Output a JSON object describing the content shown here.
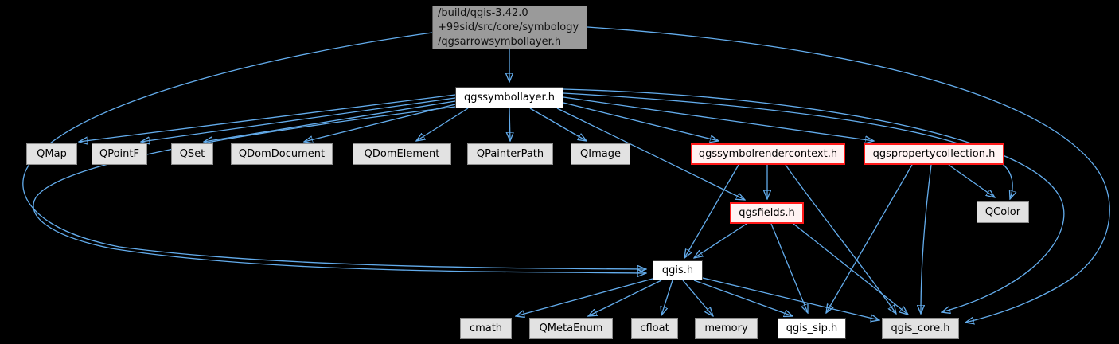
{
  "graph": {
    "title": "include dependency graph for qgsarrowsymbollayer.h",
    "background_color": "#000000",
    "edge_color": "#63acec",
    "node_style_colors": {
      "root_fill": "#9a9a9a",
      "root_border": "#565656",
      "documented_fill": "#ffffff",
      "documented_border": "#3c3c3c",
      "external_fill": "#e2e2e2",
      "external_border": "#8f8f8f",
      "truncated_fill": "#fff2f2",
      "truncated_border": "#ff1a1a"
    },
    "nodes": [
      {
        "id": "root",
        "label": "/build/qgis-3.42.0\n+99sid/src/core/symbology\n /qgsarrowsymbollayer.h",
        "type": "root"
      },
      {
        "id": "qgssymbollayer",
        "label": "qgssymbollayer.h",
        "type": "documented"
      },
      {
        "id": "qmap",
        "label": "QMap",
        "type": "external"
      },
      {
        "id": "qpointf",
        "label": "QPointF",
        "type": "external"
      },
      {
        "id": "qset",
        "label": "QSet",
        "type": "external"
      },
      {
        "id": "qdomdocument",
        "label": "QDomDocument",
        "type": "external"
      },
      {
        "id": "qdomelement",
        "label": "QDomElement",
        "type": "external"
      },
      {
        "id": "qpainterpath",
        "label": "QPainterPath",
        "type": "external"
      },
      {
        "id": "qimage",
        "label": "QImage",
        "type": "external"
      },
      {
        "id": "qgssymbolrendercontext",
        "label": "qgssymbolrendercontext.h",
        "type": "truncated"
      },
      {
        "id": "qgspropertycollection",
        "label": "qgspropertycollection.h",
        "type": "truncated"
      },
      {
        "id": "qgsfields",
        "label": "qgsfields.h",
        "type": "truncated"
      },
      {
        "id": "qcolor",
        "label": "QColor",
        "type": "external"
      },
      {
        "id": "qgis",
        "label": "qgis.h",
        "type": "documented"
      },
      {
        "id": "cmath",
        "label": "cmath",
        "type": "external"
      },
      {
        "id": "qmetaenum",
        "label": "QMetaEnum",
        "type": "external"
      },
      {
        "id": "cfloat",
        "label": "cfloat",
        "type": "external"
      },
      {
        "id": "memory",
        "label": "memory",
        "type": "external"
      },
      {
        "id": "qgis_sip",
        "label": "qgis_sip.h",
        "type": "documented"
      },
      {
        "id": "qgis_core",
        "label": "qgis_core.h",
        "type": "external"
      }
    ],
    "edges": [
      {
        "from": "root",
        "to": "qgssymbollayer"
      },
      {
        "from": "root",
        "to": "qgis"
      },
      {
        "from": "root",
        "to": "qgis_core"
      },
      {
        "from": "qgssymbollayer",
        "to": "qmap"
      },
      {
        "from": "qgssymbollayer",
        "to": "qpointf"
      },
      {
        "from": "qgssymbollayer",
        "to": "qset"
      },
      {
        "from": "qgssymbollayer",
        "to": "qdomdocument"
      },
      {
        "from": "qgssymbollayer",
        "to": "qdomelement"
      },
      {
        "from": "qgssymbollayer",
        "to": "qpainterpath"
      },
      {
        "from": "qgssymbollayer",
        "to": "qimage"
      },
      {
        "from": "qgssymbollayer",
        "to": "qgssymbolrendercontext"
      },
      {
        "from": "qgssymbollayer",
        "to": "qgspropertycollection"
      },
      {
        "from": "qgssymbollayer",
        "to": "qgsfields"
      },
      {
        "from": "qgssymbollayer",
        "to": "qgis"
      },
      {
        "from": "qgssymbollayer",
        "to": "qcolor"
      },
      {
        "from": "qgssymbollayer",
        "to": "qgis_core"
      },
      {
        "from": "qgssymbolrendercontext",
        "to": "qgsfields"
      },
      {
        "from": "qgssymbolrendercontext",
        "to": "qgis"
      },
      {
        "from": "qgssymbolrendercontext",
        "to": "qgis_core"
      },
      {
        "from": "qgspropertycollection",
        "to": "qcolor"
      },
      {
        "from": "qgspropertycollection",
        "to": "qgis_sip"
      },
      {
        "from": "qgspropertycollection",
        "to": "qgis_core"
      },
      {
        "from": "qgsfields",
        "to": "qgis"
      },
      {
        "from": "qgsfields",
        "to": "qgis_sip"
      },
      {
        "from": "qgsfields",
        "to": "qgis_core"
      },
      {
        "from": "qgis",
        "to": "cmath"
      },
      {
        "from": "qgis",
        "to": "qmetaenum"
      },
      {
        "from": "qgis",
        "to": "cfloat"
      },
      {
        "from": "qgis",
        "to": "memory"
      },
      {
        "from": "qgis",
        "to": "qgis_sip"
      },
      {
        "from": "qgis",
        "to": "qgis_core"
      }
    ]
  }
}
